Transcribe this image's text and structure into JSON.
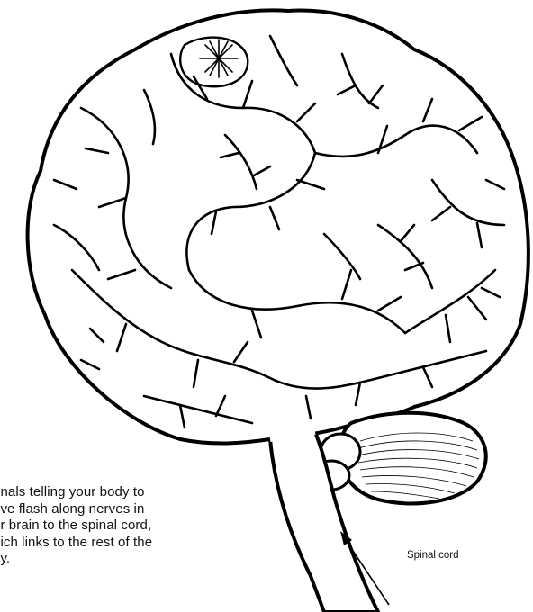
{
  "caption": "gnals telling your body to\nove flash along nerves in\nur brain to the spinal cord,\nhich links to the rest of the\ndy.",
  "spinal_cord_label": "Spinal cord",
  "colors": {
    "ink": "#000000",
    "paper": "#ffffff"
  },
  "icons": [
    "brain-illustration",
    "star-burst-icon",
    "arrow-icon"
  ]
}
